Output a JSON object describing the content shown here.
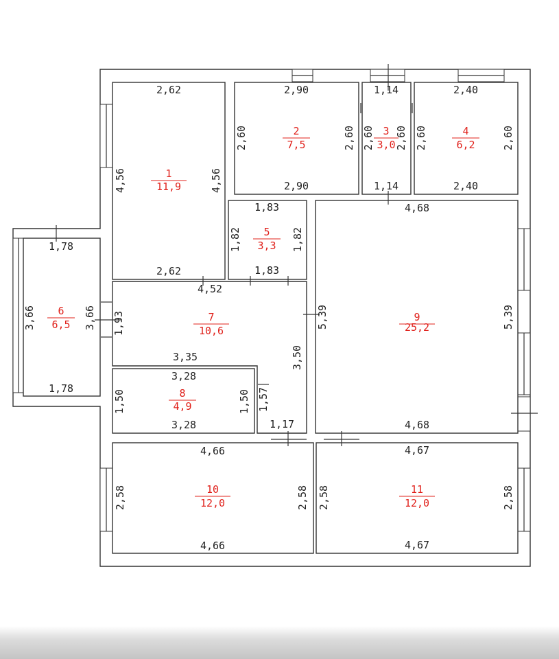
{
  "rooms": [
    {
      "id": "1",
      "area": "11,9",
      "labels": [
        "2,62",
        "2,62",
        "4,56",
        "4,56"
      ]
    },
    {
      "id": "2",
      "area": "7,5",
      "labels": [
        "2,90",
        "2,90",
        "2,60",
        "2,60"
      ]
    },
    {
      "id": "3",
      "area": "3,0",
      "labels": [
        "1,14",
        "1,14",
        "2,60",
        "2,60"
      ]
    },
    {
      "id": "4",
      "area": "6,2",
      "labels": [
        "2,40",
        "2,40",
        "2,60",
        "2,60"
      ]
    },
    {
      "id": "5",
      "area": "3,3",
      "labels": [
        "1,83",
        "1,83",
        "1,82",
        "1,82"
      ]
    },
    {
      "id": "6",
      "area": "6,5",
      "labels": [
        "1,78",
        "1,78",
        "3,66",
        "3,66"
      ]
    },
    {
      "id": "7",
      "area": "10,6",
      "labels": [
        "4,52",
        "3,35",
        "1,93",
        "3,50"
      ]
    },
    {
      "id": "8",
      "area": "4,9",
      "labels": [
        "3,28",
        "3,28",
        "1,50",
        "1,50",
        "1,57",
        "1,17"
      ]
    },
    {
      "id": "9",
      "area": "25,2",
      "labels": [
        "4,68",
        "4,68",
        "5,39",
        "5,39"
      ]
    },
    {
      "id": "10",
      "area": "12,0",
      "labels": [
        "4,66",
        "4,66",
        "2,58",
        "2,58"
      ]
    },
    {
      "id": "11",
      "area": "12,0",
      "labels": [
        "4,67",
        "4,67",
        "2,58",
        "2,58"
      ]
    }
  ]
}
